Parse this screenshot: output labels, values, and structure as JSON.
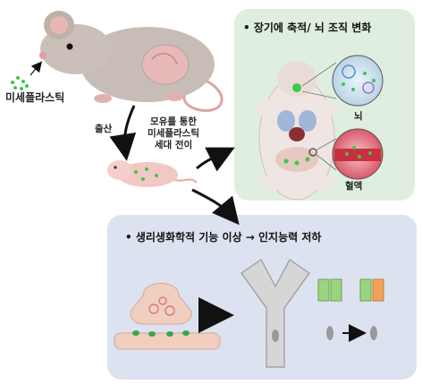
{
  "labels": {
    "microplastic": "미세플라스틱",
    "birth": "출산",
    "transfer_line1": "모유를 통한",
    "transfer_line2": "미세플라스틱",
    "transfer_line3": "세대 전이",
    "accumulation_title": "• 장기에 축적/ 뇌 조직 변화",
    "brain": "뇌",
    "blood": "혈액",
    "cognition_title": "•  생리생화학적 기능 이상 → 인지능력 저하"
  },
  "colors": {
    "green_panel": "#dfeede",
    "blue_panel": "#dde2f0",
    "microplastic": "#3cc84a",
    "mouse": "#c8bdb6",
    "pup": "#f2c8c4"
  },
  "icons": {
    "mother_mouse": "mouse-icon",
    "pup": "pup-icon",
    "dissected_mouse": "dissected-mouse-icon",
    "brain_zoom": "brain-magnify-icon",
    "blood_zoom": "blood-vessel-icon",
    "synapse": "synapse-icon",
    "y_maze": "y-maze-icon",
    "objects": "novel-object-icon"
  }
}
